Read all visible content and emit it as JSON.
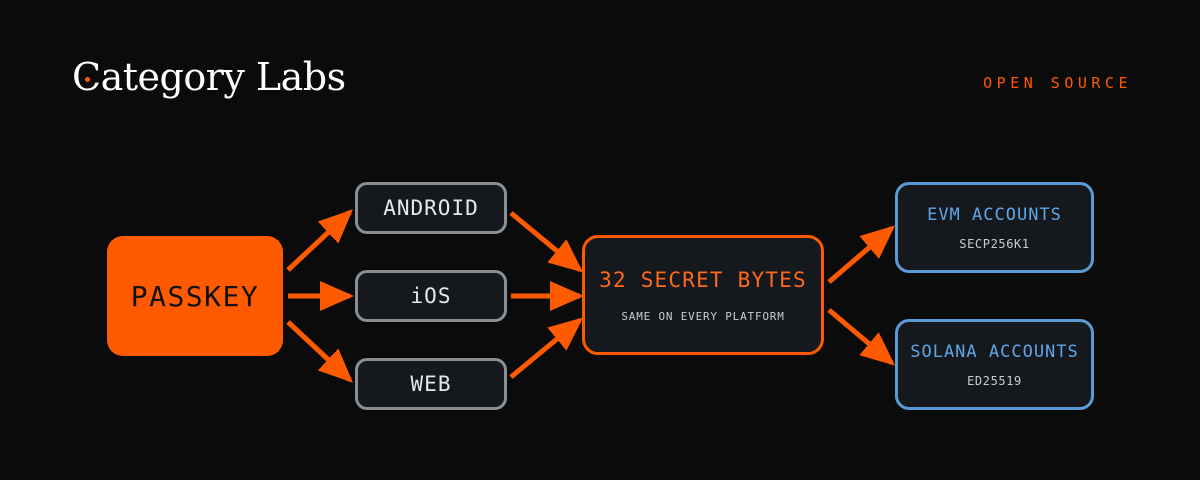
{
  "header": {
    "brand": "Category Labs",
    "tag": "OPEN SOURCE"
  },
  "diagram": {
    "source": {
      "label": "PASSKEY"
    },
    "platforms": [
      {
        "label": "ANDROID"
      },
      {
        "label": "iOS"
      },
      {
        "label": "WEB"
      }
    ],
    "secret": {
      "title": "32 SECRET BYTES",
      "subtitle": "SAME ON EVERY PLATFORM"
    },
    "accounts": [
      {
        "title": "EVM ACCOUNTS",
        "subtitle": "SECP256K1"
      },
      {
        "title": "SOLANA ACCOUNTS",
        "subtitle": "ED25519"
      }
    ]
  },
  "colors": {
    "background": "#0b0b0c",
    "accent": "#ff5a00",
    "account_border": "#5b9bd5",
    "platform_border": "#8a8f96",
    "box_fill": "#15181c"
  }
}
